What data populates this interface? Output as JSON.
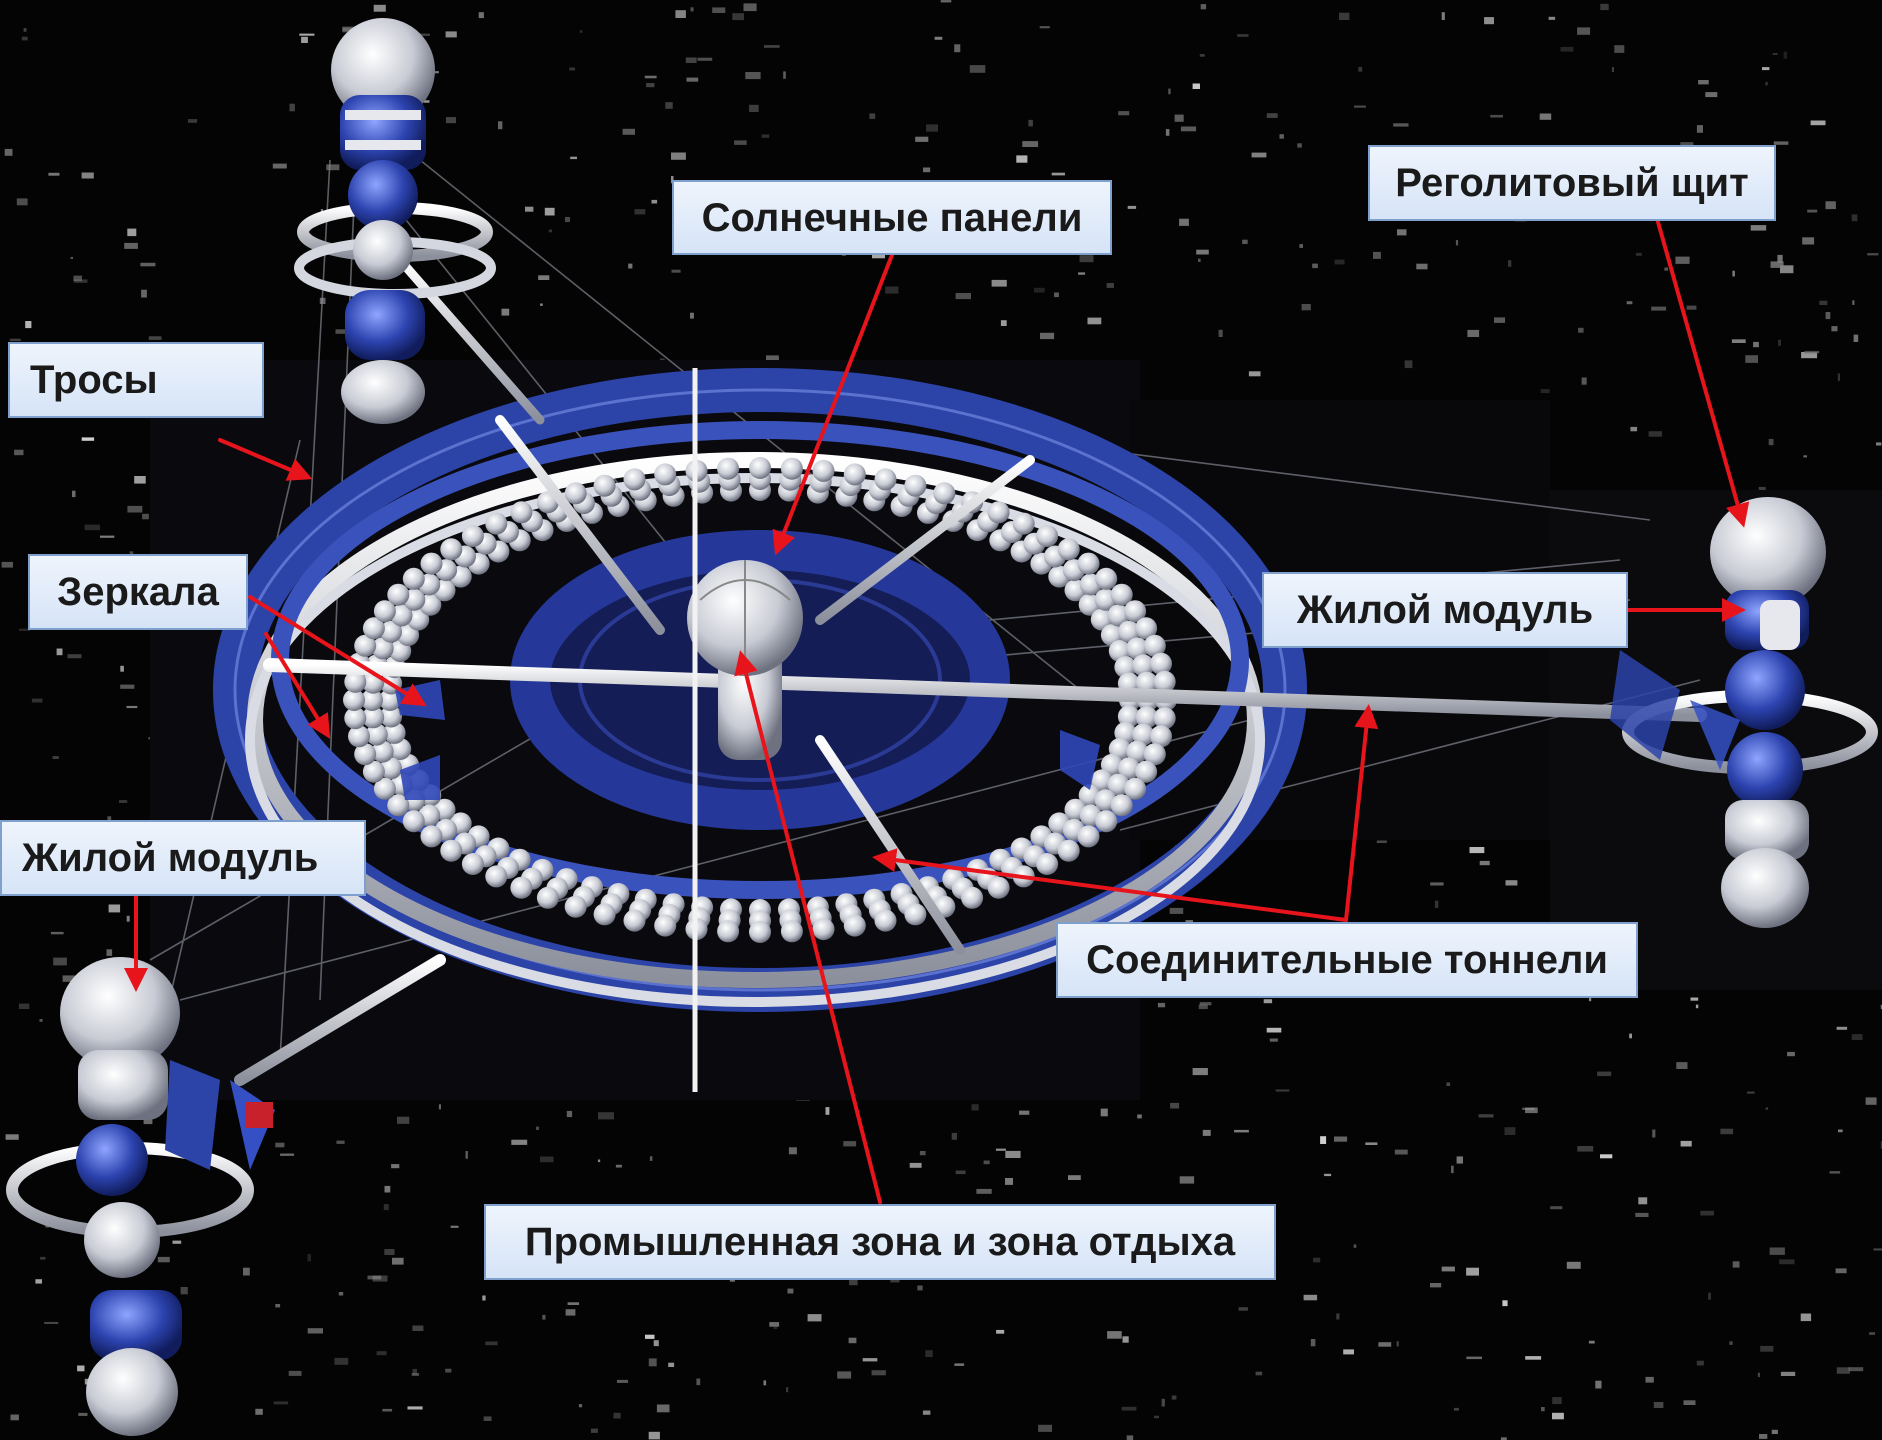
{
  "labels": {
    "solar_panels": "Солнечные панели",
    "regolith_shield": "Реголитовый щит",
    "tethers": "Тросы",
    "mirrors": "Зеркала",
    "habitat_module_left": "Жилой модуль",
    "habitat_module_right": "Жилой модуль",
    "connecting_tunnels": "Соединительные тоннели",
    "industrial_zone": "Промышленная зона и зона отдыха"
  },
  "colors": {
    "background": "#040404",
    "arrow": "#e8141c",
    "structure_blue": "#2c43a8",
    "structure_white": "#e6e8ee",
    "label_fill": "#dfeaf9",
    "label_border": "#7f9fcc"
  }
}
